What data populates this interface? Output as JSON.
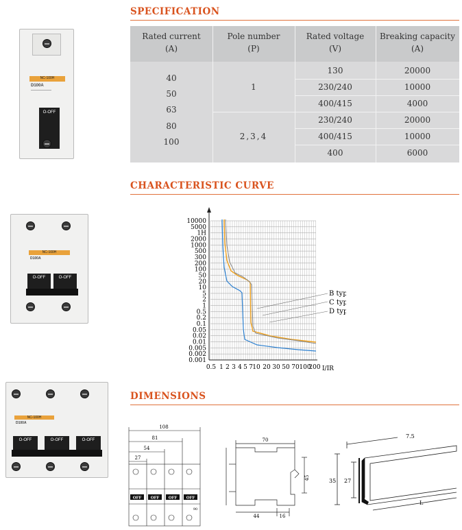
{
  "sections": {
    "spec_title": "SPECIFICATION",
    "curve_title": "CHARACTERISTIC CURVE",
    "dim_title": "DIMENSIONS"
  },
  "spec_table": {
    "headers": [
      {
        "line1": "Rated current",
        "line2": "(A)"
      },
      {
        "line1": "Pole number",
        "line2": "(P)"
      },
      {
        "line1": "Rated voltage",
        "line2": "(V)"
      },
      {
        "line1": "Breaking capacity",
        "line2": "(A)"
      }
    ],
    "rated_currents": [
      "40",
      "50",
      "63",
      "80",
      "100"
    ],
    "groups": [
      {
        "poles": "1",
        "rows": [
          {
            "voltage": "130",
            "capacity": "20000"
          },
          {
            "voltage": "230/240",
            "capacity": "10000"
          },
          {
            "voltage": "400/415",
            "capacity": "4000"
          }
        ]
      },
      {
        "poles": "2,3,4",
        "rows": [
          {
            "voltage": "230/240",
            "capacity": "20000"
          },
          {
            "voltage": "400/415",
            "capacity": "10000"
          },
          {
            "voltage": "400",
            "capacity": "6000"
          }
        ]
      }
    ]
  },
  "breaker_labels": {
    "model": "NC-100H",
    "rating": "D100A",
    "off": "O-OFF"
  },
  "curve": {
    "y_ticks": [
      "10000",
      "5000",
      "1H",
      "2000",
      "1000",
      "500",
      "300",
      "200",
      "100",
      "50",
      "20",
      "10",
      "5",
      "2",
      "1",
      "0.5",
      "0.2",
      "0.1",
      "0.05",
      "0.02",
      "0.01",
      "0.005",
      "0.002",
      "0.001"
    ],
    "x_ticks": [
      "0.5",
      "1",
      "2",
      "3",
      "4",
      "5",
      "7",
      "10",
      "20",
      "30",
      "50",
      "70",
      "100",
      "200"
    ],
    "x_axis_label": "I/IR",
    "legend": [
      "B type",
      "C type",
      "D type"
    ],
    "colors": {
      "b": "#2a7fd0",
      "c": "#f0a21e",
      "d": "#888888"
    }
  },
  "dimensions": {
    "front": {
      "d108": "108",
      "d81": "81",
      "d54": "54",
      "d27": "27",
      "off": "OFF",
      "side_small": "90"
    },
    "side": {
      "d70": "70",
      "d45": "45",
      "d44": "44",
      "d16": "16"
    },
    "rail": {
      "d75": "7.5",
      "d35": "35",
      "d27": "27",
      "length": "L"
    }
  }
}
